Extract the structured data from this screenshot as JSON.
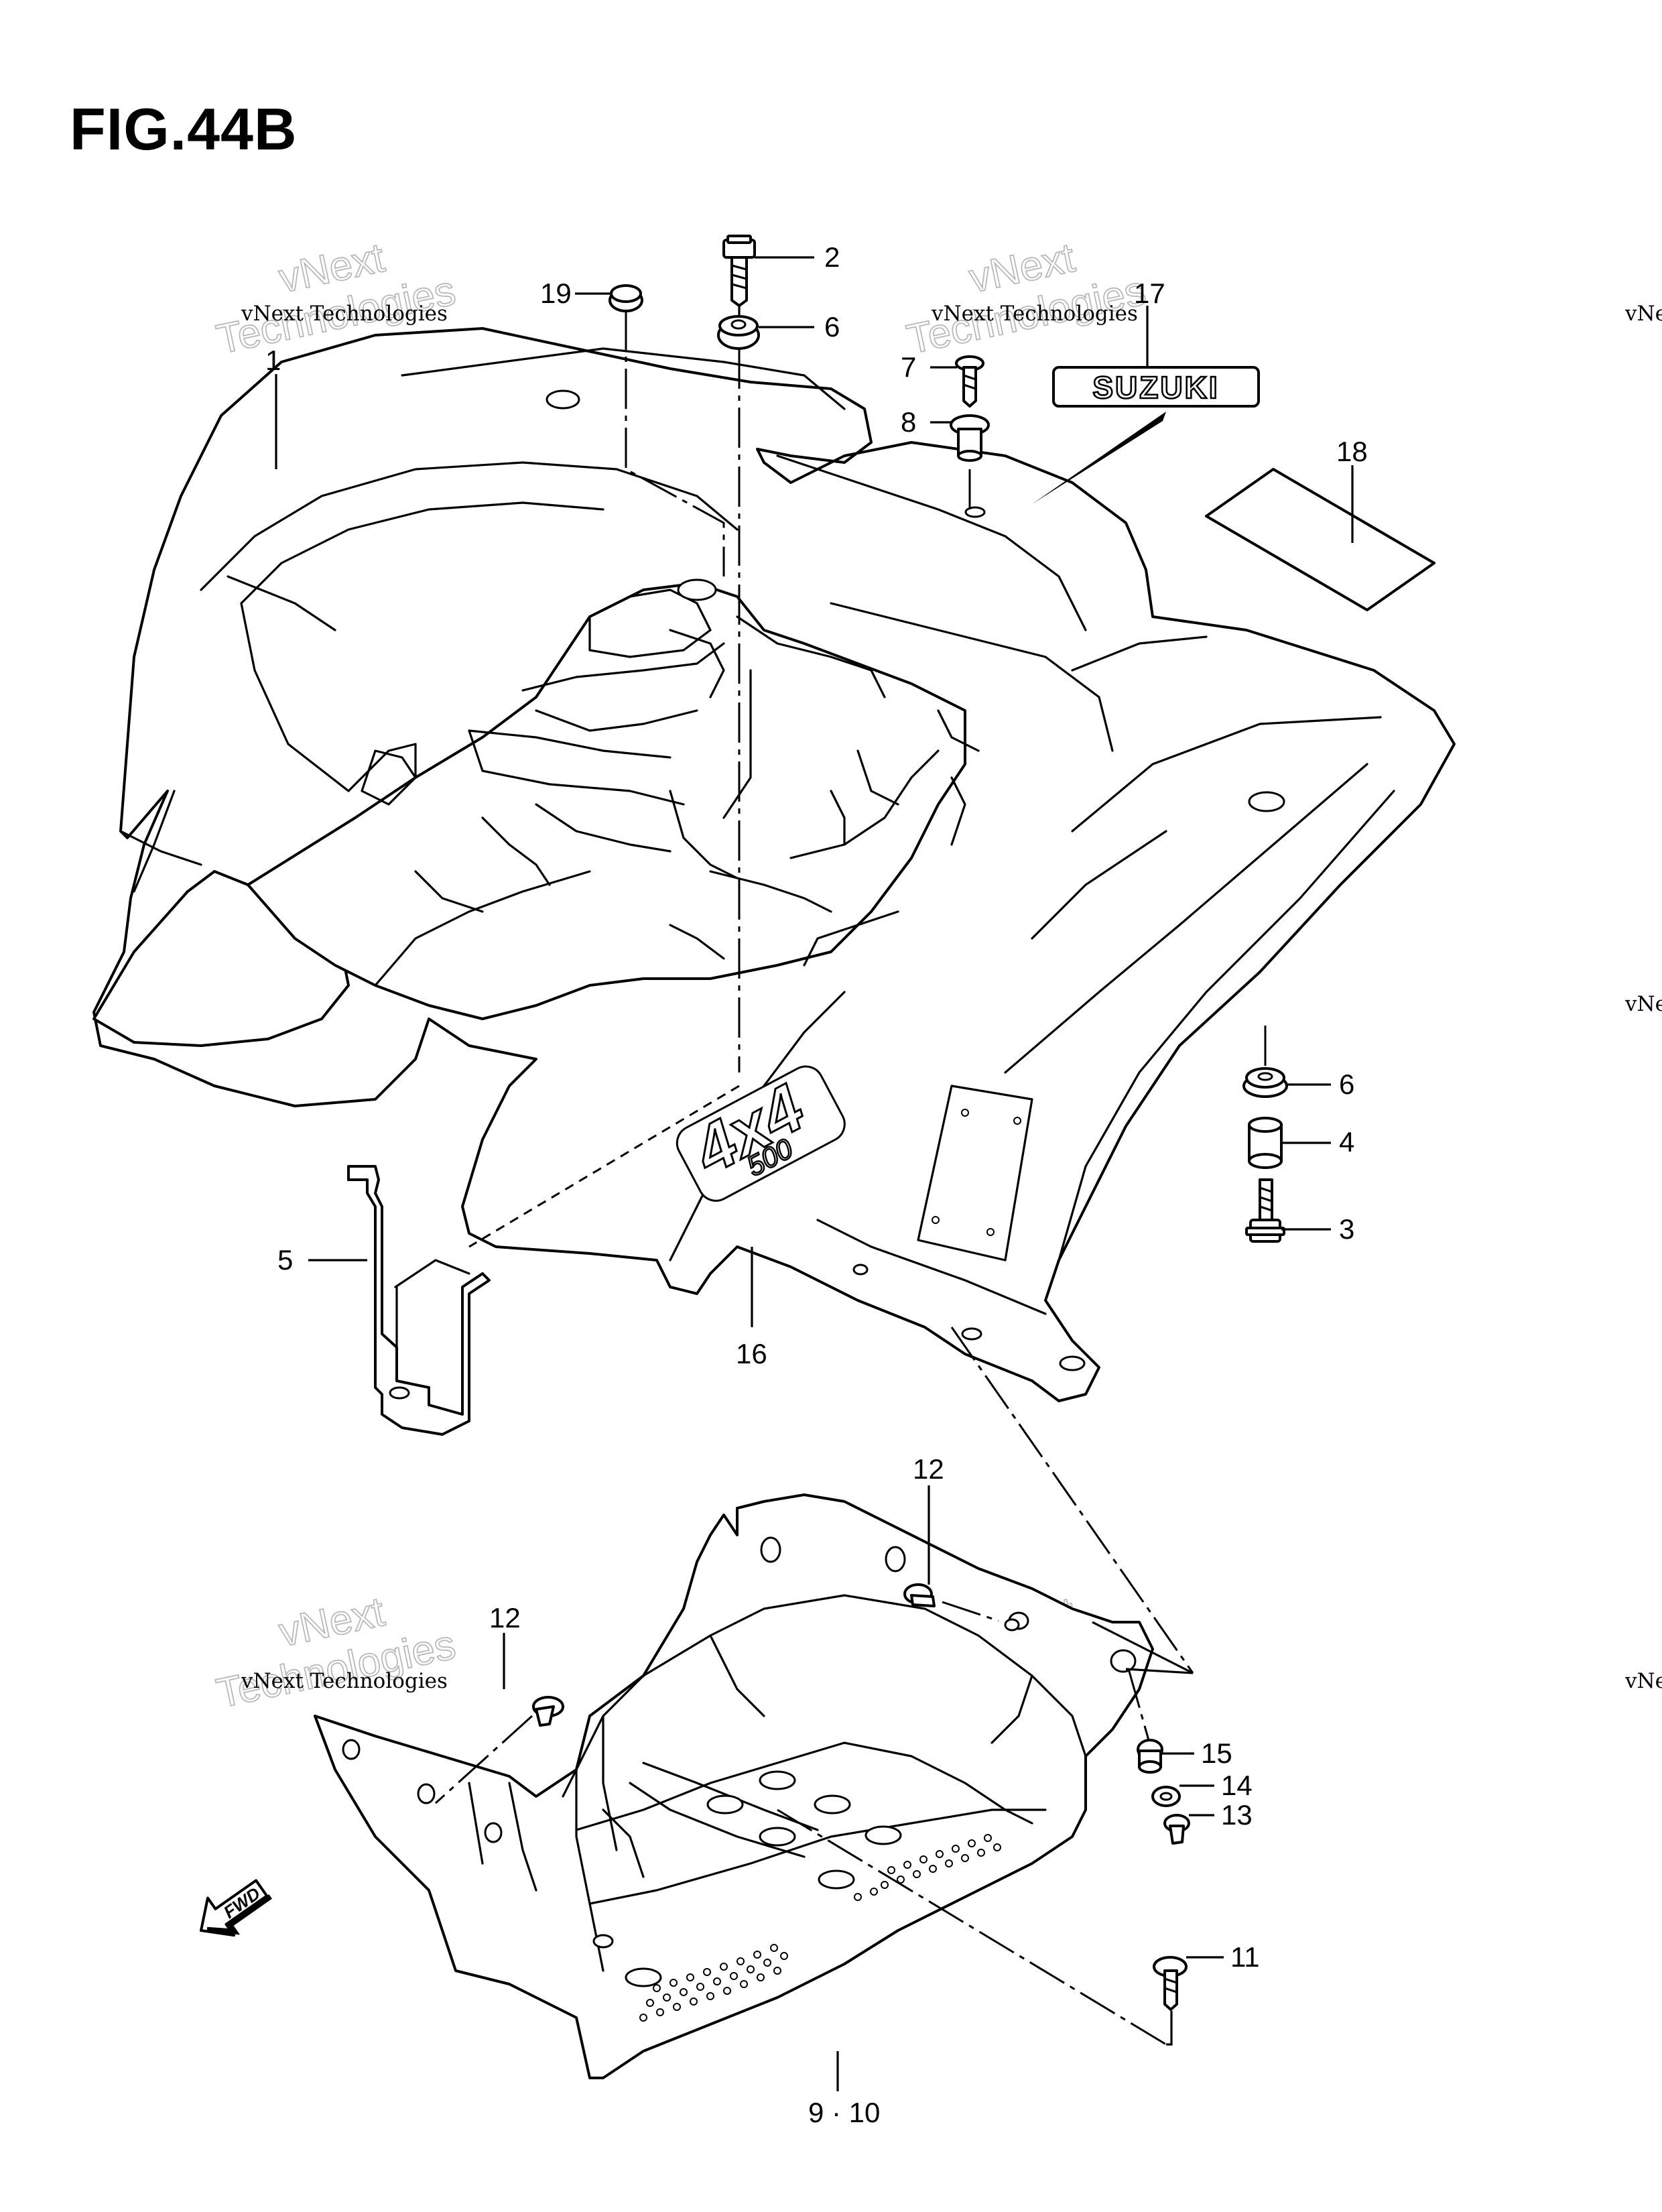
{
  "figure_title": "FIG.44B",
  "callouts": {
    "c1": "1",
    "c2": "2",
    "c3": "3",
    "c4": "4",
    "c5": "5",
    "c6a": "6",
    "c6b": "6",
    "c7": "7",
    "c8": "8",
    "c9_10": "9 · 10",
    "c11": "11",
    "c12a": "12",
    "c12b": "12",
    "c13": "13",
    "c14": "14",
    "c15": "15",
    "c16": "16",
    "c17": "17",
    "c18": "18",
    "c19": "19"
  },
  "labels": {
    "emblem_text": "SUZUKI",
    "badge_4x4": "4x4",
    "badge_500": "500",
    "fwd_arrow": "FWD"
  },
  "watermark": {
    "line_a": "vNext Technologies",
    "line_b": "vNext",
    "line_c": "Technologies"
  }
}
